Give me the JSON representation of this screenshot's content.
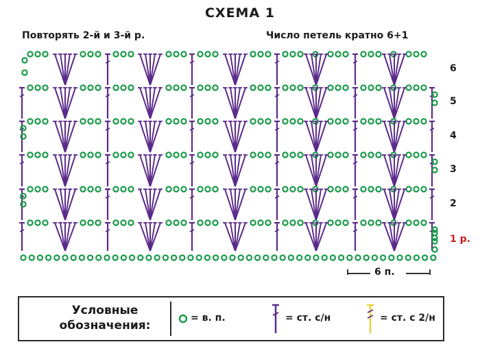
{
  "title": "СХЕМА 1",
  "repeat_note": "Повторять 2-й и 3-й р.",
  "multiple_note": "Число петель кратно 6+1",
  "rows": [
    "6",
    "5",
    "4",
    "3",
    "2",
    "1 р."
  ],
  "repeat_width": "6 п.",
  "legend": {
    "caption_line1": "Условные",
    "caption_line2": "обозначения:",
    "chain": "= в. п.",
    "dc": "= ст. с/н",
    "tc": "= ст. с 2/н"
  },
  "colors": {
    "chain": "#1a9a4a",
    "stitch": "#5b2a8a",
    "accent_row": "#c81d1d",
    "tc_highlight": "#e8d23a"
  }
}
